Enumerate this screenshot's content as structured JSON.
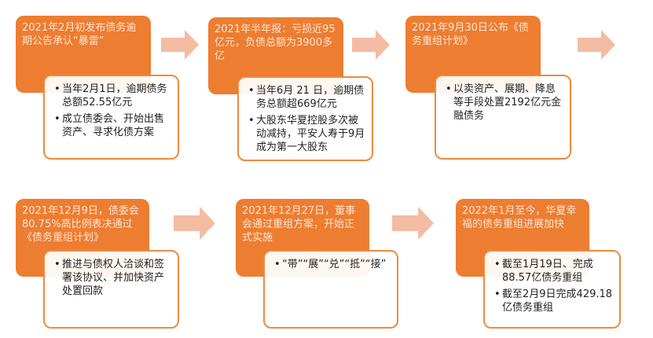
{
  "steps": [
    {
      "title": "2021年2月初发布债务逾期公告承认“暴雷”",
      "points": [
        "当年2月1日，逾期债务总额52.55亿元",
        "成立债委会、开始出售资产、寻求化债方案"
      ]
    },
    {
      "title": "2021年半年报：亏损近95亿元，负债总额为3900多亿",
      "points": [
        "当年6月 21 日，逾期债务总额超669亿元",
        "大股东华夏控股多次被动减持，平安人寿于9月成为第一大股东"
      ]
    },
    {
      "title": "2021年9月30日公布《债务重组计划》",
      "points": [
        "以卖资产、展期、降息等手段处置2192亿元金融债务"
      ]
    },
    {
      "title": "2021年12月9日，债委会80.75%高比例表决通过《债务重组计划》",
      "points": [
        "推进与债权人洽谈和签署该协议、并加快资产处置回款"
      ]
    },
    {
      "title": "2021年12月27日，董事会通过重组方案，开始正式实施",
      "points": [
        "“带”“展”“兑”“抵”“接”"
      ]
    },
    {
      "title": "2022年1月至今，华夏幸福的债务重组进展加快",
      "points": [
        "截至1月19日、完成88.57亿债务重组",
        "截至2月9日完成429.18亿债务重组"
      ]
    }
  ],
  "colors": {
    "accent": "#ed7d31",
    "arrow": "#f4bca3"
  }
}
